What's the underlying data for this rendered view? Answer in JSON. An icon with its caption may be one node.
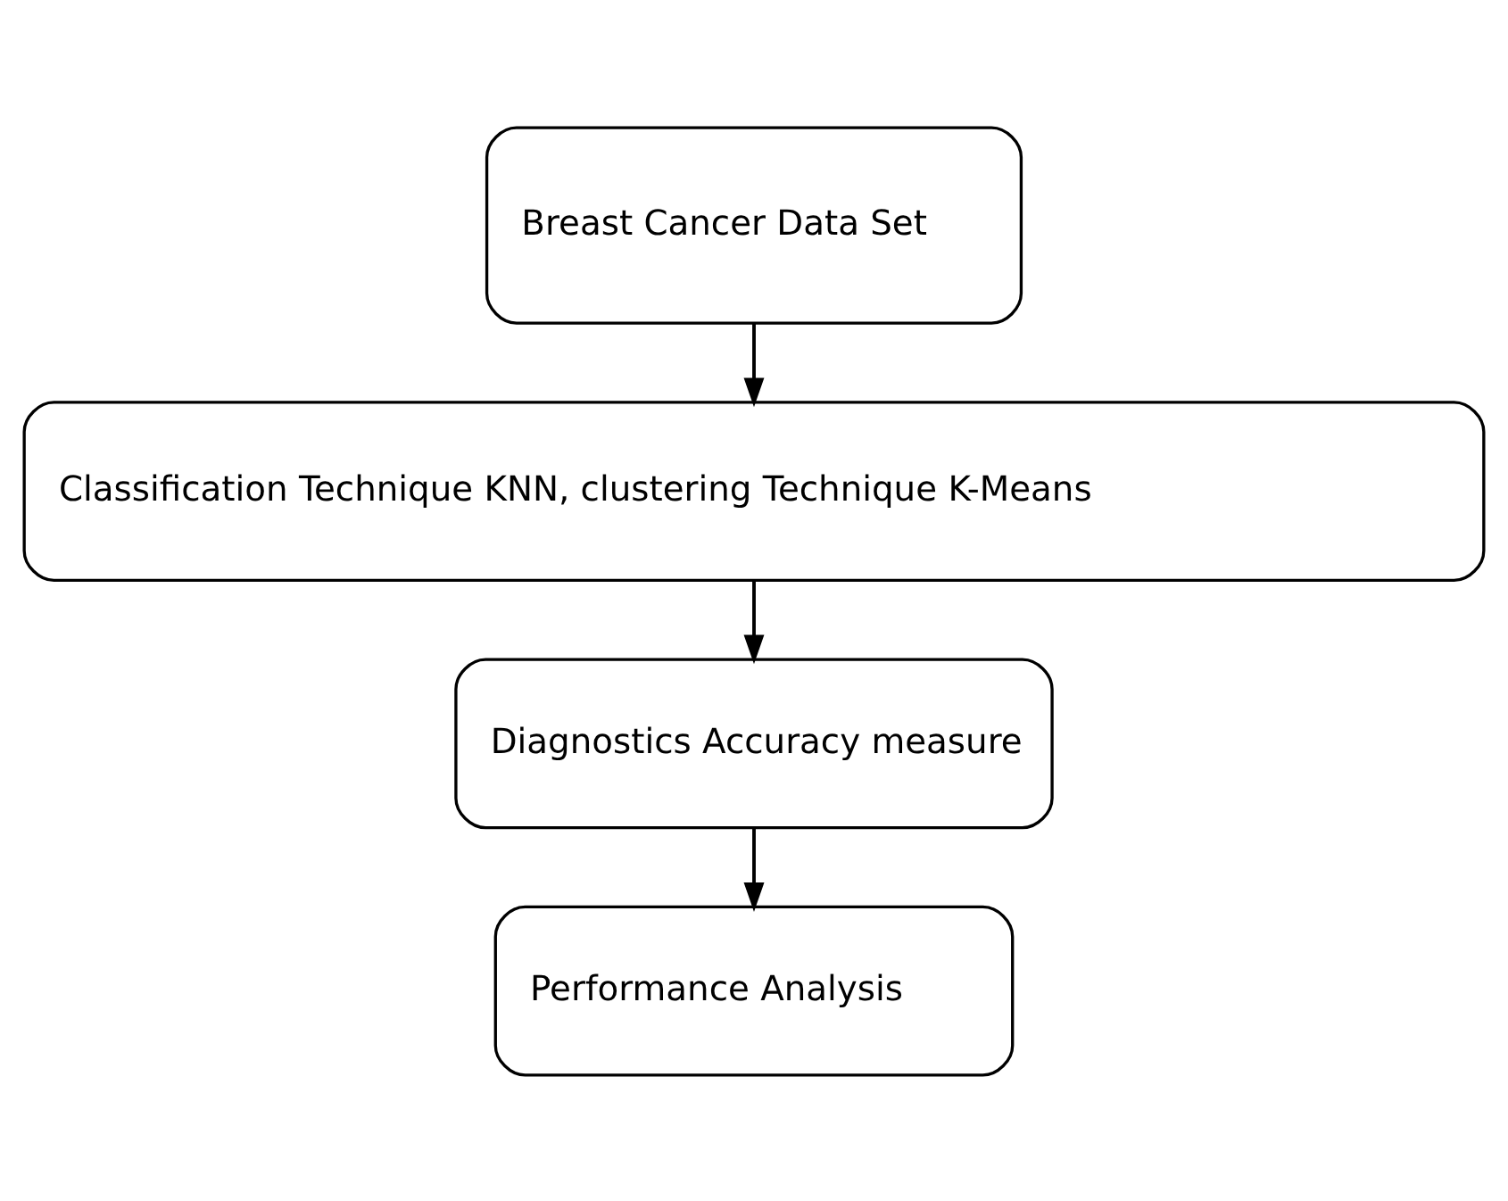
{
  "diagram": {
    "nodes": [
      {
        "text": [
          "Breast Cancer Data Set"
        ]
      },
      {
        "text": [
          "Classification Technique KNN, clustering Technique K-Means"
        ]
      },
      {
        "text": [
          "Diagnostics Accuracy measure"
        ]
      },
      {
        "text": [
          "Performance Analysis"
        ]
      }
    ],
    "edges": [
      {
        "from": 0,
        "to": 1,
        "arrow": "to"
      },
      {
        "from": 1,
        "to": 2,
        "arrow": "to"
      },
      {
        "from": 2,
        "to": 3,
        "arrow": "to"
      }
    ]
  }
}
